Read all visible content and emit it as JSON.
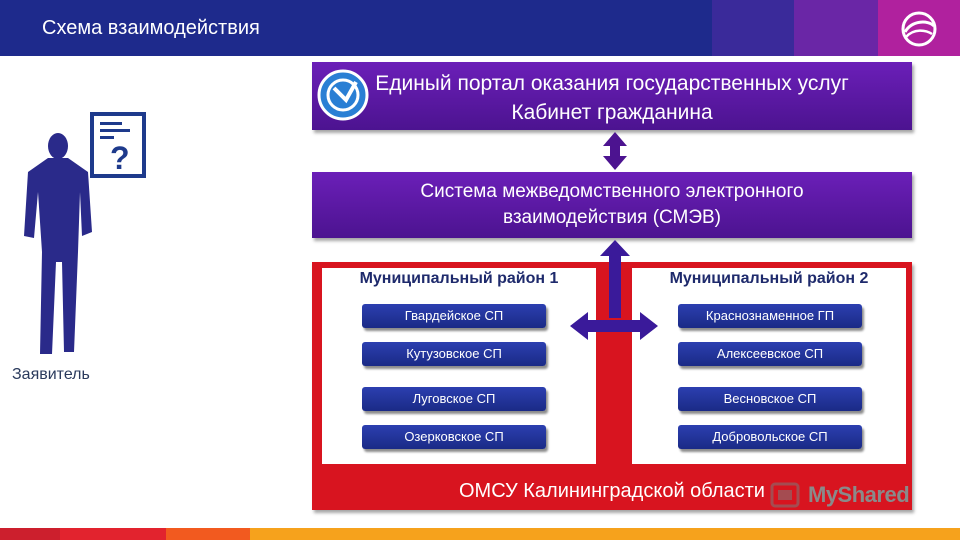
{
  "header": {
    "title": "Схема взаимодействия",
    "logo_icon": "swirl-logo-icon"
  },
  "applicant": {
    "label": "Заявитель",
    "person_icon": "person-silhouette-icon",
    "doc_icon": "question-document-icon"
  },
  "portal": {
    "line1": "Единый портал оказания государственных услуг",
    "line2": "Кабинет гражданина",
    "icon": "gosuslugi-logo-icon"
  },
  "smev": {
    "line1": "Система межведомственного электронного",
    "line2": "взаимодействия (СМЭВ)"
  },
  "omsu": {
    "label": "ОМСУ Калининградской области"
  },
  "districts": [
    {
      "title": "Муниципальный район 1",
      "settlements": [
        "Гвардейское СП",
        "Кутузовское СП",
        "Луговское СП",
        "Озерковское СП"
      ]
    },
    {
      "title": "Муниципальный район 2",
      "settlements": [
        "Краснознаменное ГП",
        "Алексеевское СП",
        "Весновское СП",
        "Добровольское СП"
      ]
    }
  ],
  "watermark": {
    "text": "MyShared"
  },
  "colors": {
    "header_blue": "#1e2a8c",
    "bar_purple": "#5a18a4",
    "omsu_red": "#d8141f",
    "button_blue": "#22339c",
    "district_title": "#1e2a6c"
  }
}
